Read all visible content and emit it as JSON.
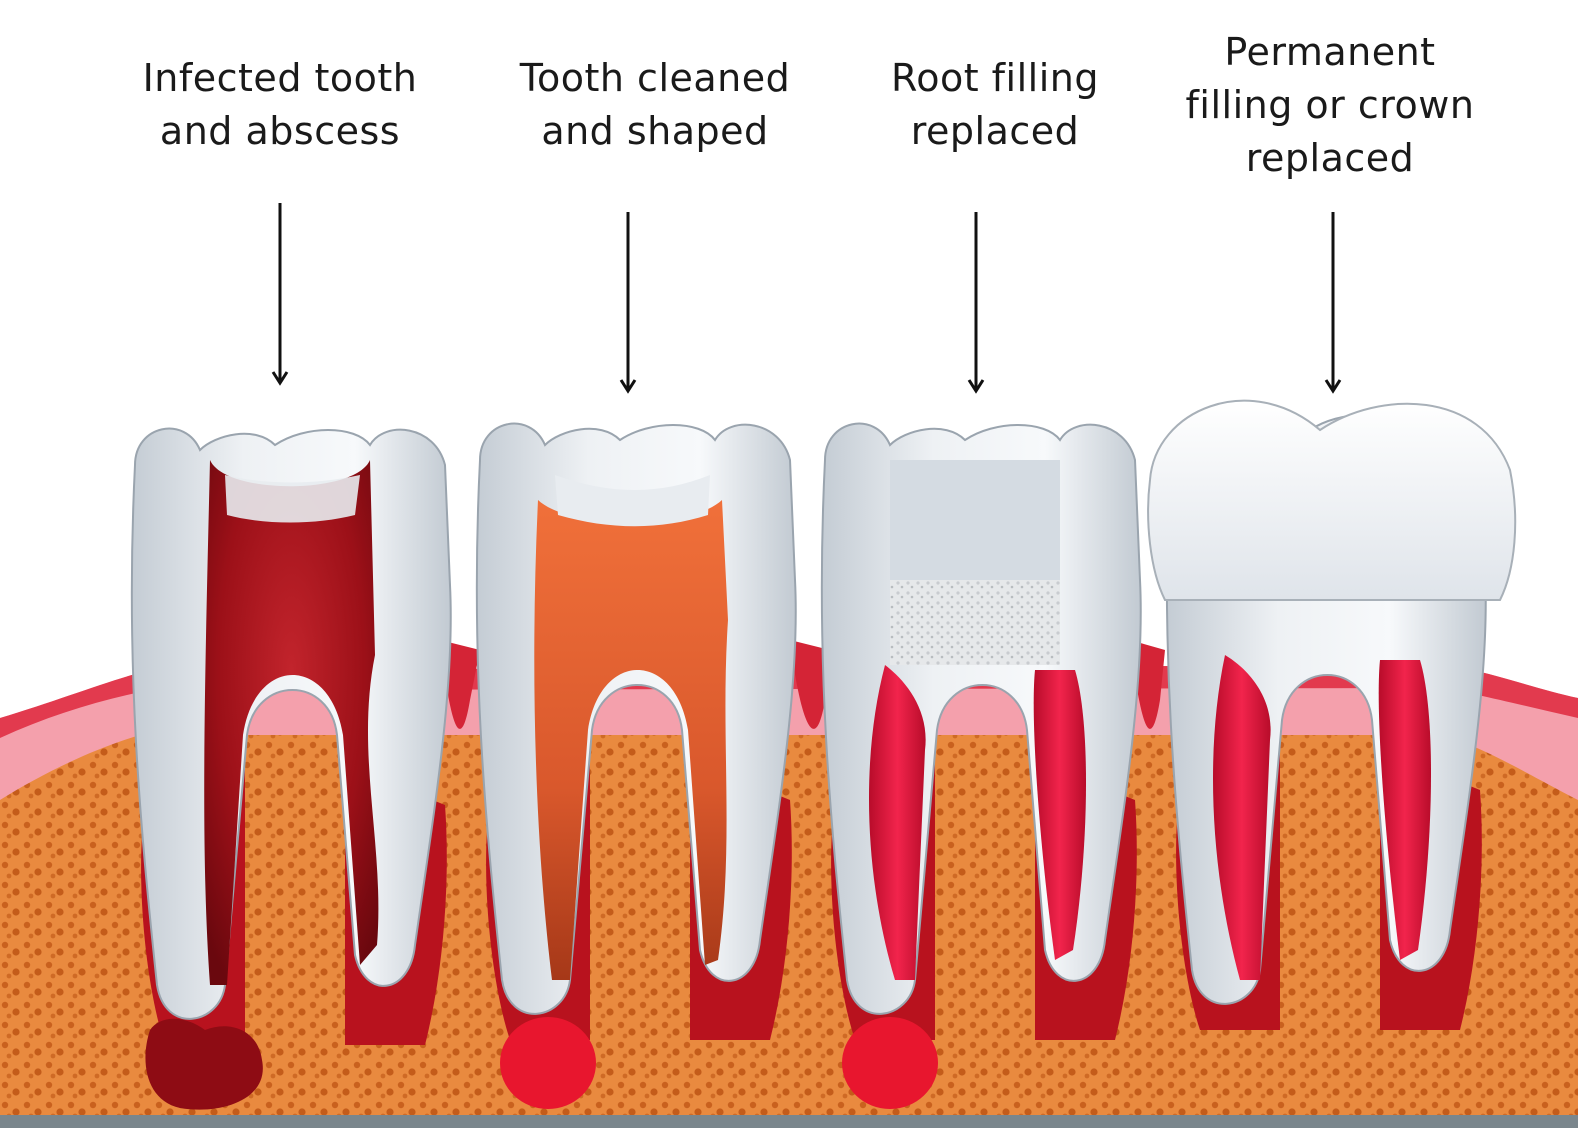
{
  "figure": {
    "stages": [
      {
        "label": "Infected tooth\nand abscess"
      },
      {
        "label": "Tooth cleaned\nand shaped"
      },
      {
        "label": "Root filling\nreplaced"
      },
      {
        "label": "Permanent\nfilling or crown\nreplaced"
      }
    ]
  },
  "colors": {
    "enamel": "#e4e8ec",
    "infected_pulp": "#a0141c",
    "cleaned_canal": "#e0602c",
    "root_filling": "#e8163e",
    "gum": "#d42436",
    "gum_pink": "#f4a0ac",
    "bone": "#e98a3f",
    "bone_dots": "#c9611e",
    "floor": "#7a868c"
  }
}
